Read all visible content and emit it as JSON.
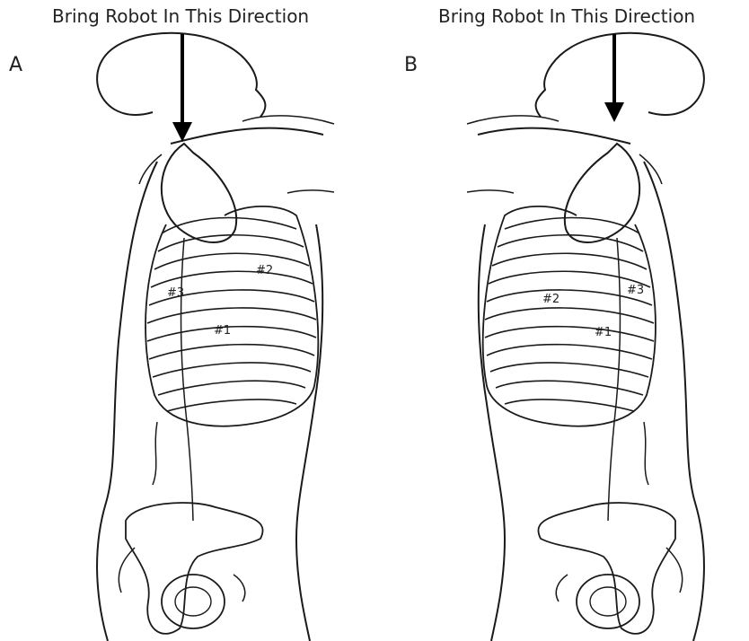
{
  "panels": [
    {
      "letter": "A",
      "caption": "Bring Robot In This Direction",
      "labels": {
        "one": "#1",
        "two": "#2",
        "three": "#3"
      }
    },
    {
      "letter": "B",
      "caption": "Bring Robot In This Direction",
      "labels": {
        "one": "#1",
        "two": "#2",
        "three": "#3"
      }
    }
  ],
  "colors": {
    "ink": "#1a1a1a",
    "arrow": "#000000"
  }
}
